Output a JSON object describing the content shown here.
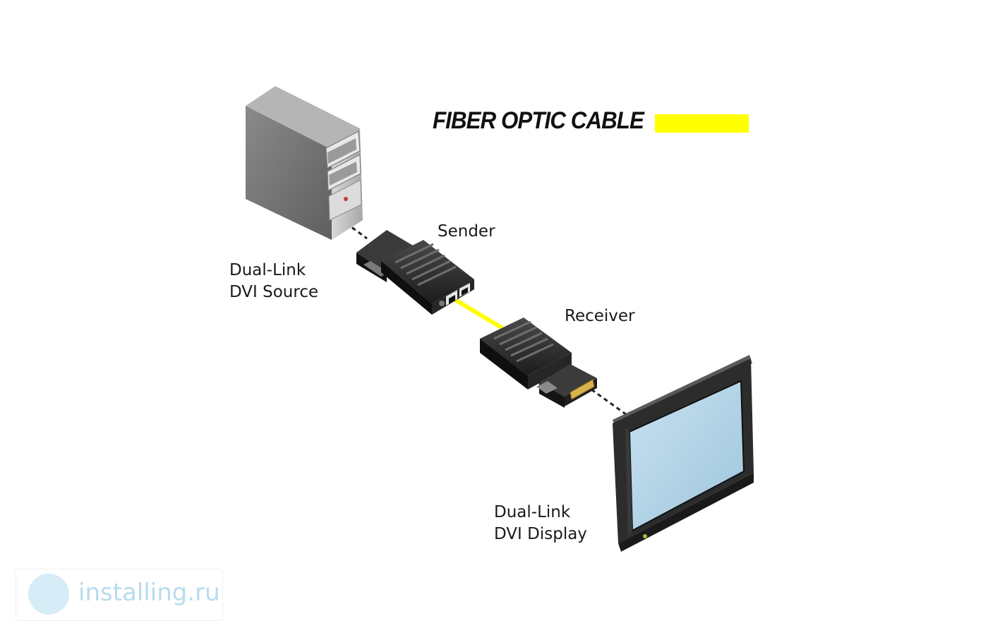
{
  "legend": {
    "title": "FIBER OPTIC CABLE",
    "swatch_color": "#ffff00"
  },
  "nodes": {
    "source": {
      "line1": "Dual-Link",
      "line2": "DVI Source",
      "icon": "desktop-tower-icon"
    },
    "sender": {
      "label": "Sender",
      "icon": "fiber-sender-module-icon"
    },
    "receiver": {
      "label": "Receiver",
      "icon": "fiber-receiver-module-icon"
    },
    "display": {
      "line1": "Dual-Link",
      "line2": "DVI Display",
      "icon": "flat-panel-monitor-icon"
    }
  },
  "connections": [
    {
      "from": "source",
      "to": "sender",
      "style": "dashed"
    },
    {
      "from": "sender",
      "to": "receiver",
      "style": "fiber",
      "color": "#ffff00"
    },
    {
      "from": "receiver",
      "to": "display",
      "style": "dashed"
    }
  ],
  "watermark": {
    "text": "installing.ru",
    "color": "#b9dbee"
  }
}
